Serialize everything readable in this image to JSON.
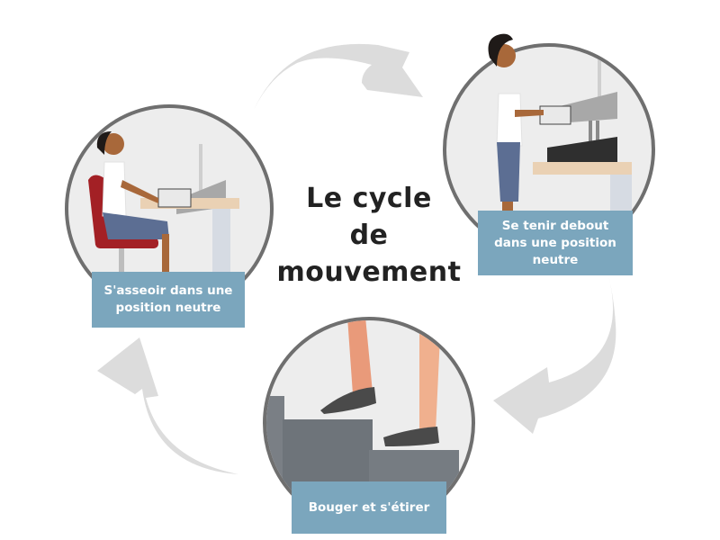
{
  "title": {
    "line1": "Le cycle",
    "line2": "de",
    "line3": "mouvement"
  },
  "steps": [
    {
      "label": "S'asseoir dans une position neutre",
      "line1": "S'asseoir dans une",
      "line2": "position neutre",
      "icon": "seated-woman-at-desk"
    },
    {
      "label": "Se tenir debout dans une position neutre",
      "line1": "Se tenir debout",
      "line2": "dans une position",
      "line3": "neutre",
      "icon": "standing-woman-at-desk"
    },
    {
      "label": "Bouger et s'étirer",
      "line1": "Bouger et s'étirer",
      "icon": "feet-climbing-stairs"
    }
  ],
  "arrows": [
    {
      "from": "sit",
      "to": "stand",
      "icon": "curved-arrow-right"
    },
    {
      "from": "stand",
      "to": "move",
      "icon": "curved-arrow-down-left"
    },
    {
      "from": "move",
      "to": "sit",
      "icon": "curved-arrow-up"
    }
  ],
  "colors": {
    "label_bg": "#7ba6bd",
    "circle_border": "#6f6f6f",
    "circle_bg": "#ededed",
    "arrow": "#dcdcdc",
    "title": "#222222"
  }
}
